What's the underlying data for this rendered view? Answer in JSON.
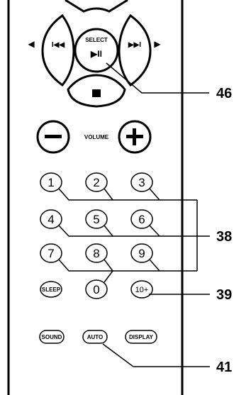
{
  "nav": {
    "select_label": "SELECT",
    "play_pause_symbol": "▶II",
    "prev_symbol": "I◀◀",
    "next_symbol": "▶▶I",
    "left_arrow": "◀",
    "right_arrow": "▶"
  },
  "volume": {
    "label": "VOLUME",
    "minus": "−",
    "plus": "+"
  },
  "digits": [
    "1",
    "2",
    "3",
    "4",
    "5",
    "6",
    "7",
    "8",
    "9",
    "0"
  ],
  "function_buttons": {
    "sleep": "SLEEP",
    "ten_plus": "10+",
    "sound": "SOUND",
    "auto": "AUTO",
    "display": "DISPLAY"
  },
  "callouts": {
    "c46": "46",
    "c38": "38",
    "c39": "39",
    "c41": "41"
  }
}
